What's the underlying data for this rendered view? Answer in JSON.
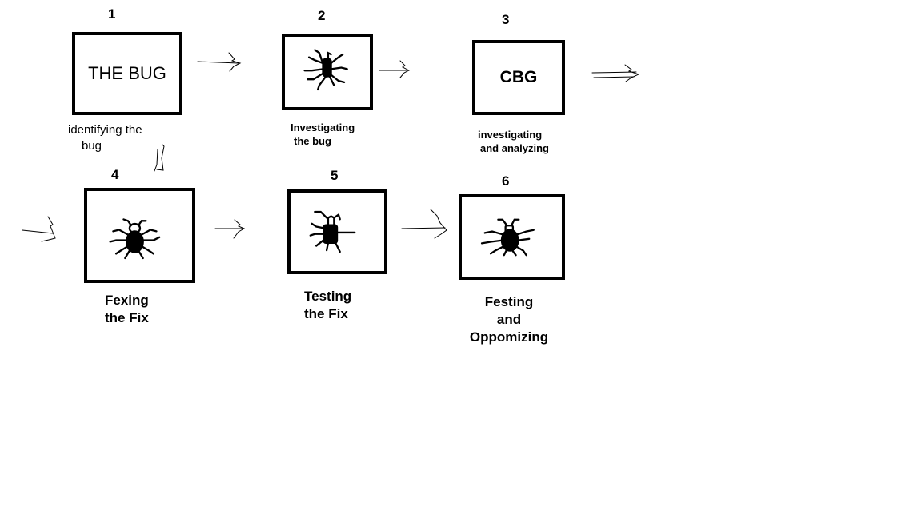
{
  "steps": [
    {
      "number": "1",
      "box_text": "THE BUG",
      "caption": [
        "identifying the",
        "bug"
      ]
    },
    {
      "number": "2",
      "icon": "bug-icon",
      "caption": [
        "Investigating",
        "the bug"
      ]
    },
    {
      "number": "3",
      "box_text": "CBG",
      "caption": [
        "investigating",
        "and analyzing"
      ]
    },
    {
      "number": "4",
      "icon": "bug-icon",
      "caption": [
        "Fexing",
        "the Fix"
      ]
    },
    {
      "number": "5",
      "icon": "bug-icon",
      "caption": [
        "Testing",
        "the Fix"
      ]
    },
    {
      "number": "6",
      "icon": "bug-icon",
      "caption": [
        "Festing",
        "and",
        "Oppomizing"
      ]
    }
  ]
}
